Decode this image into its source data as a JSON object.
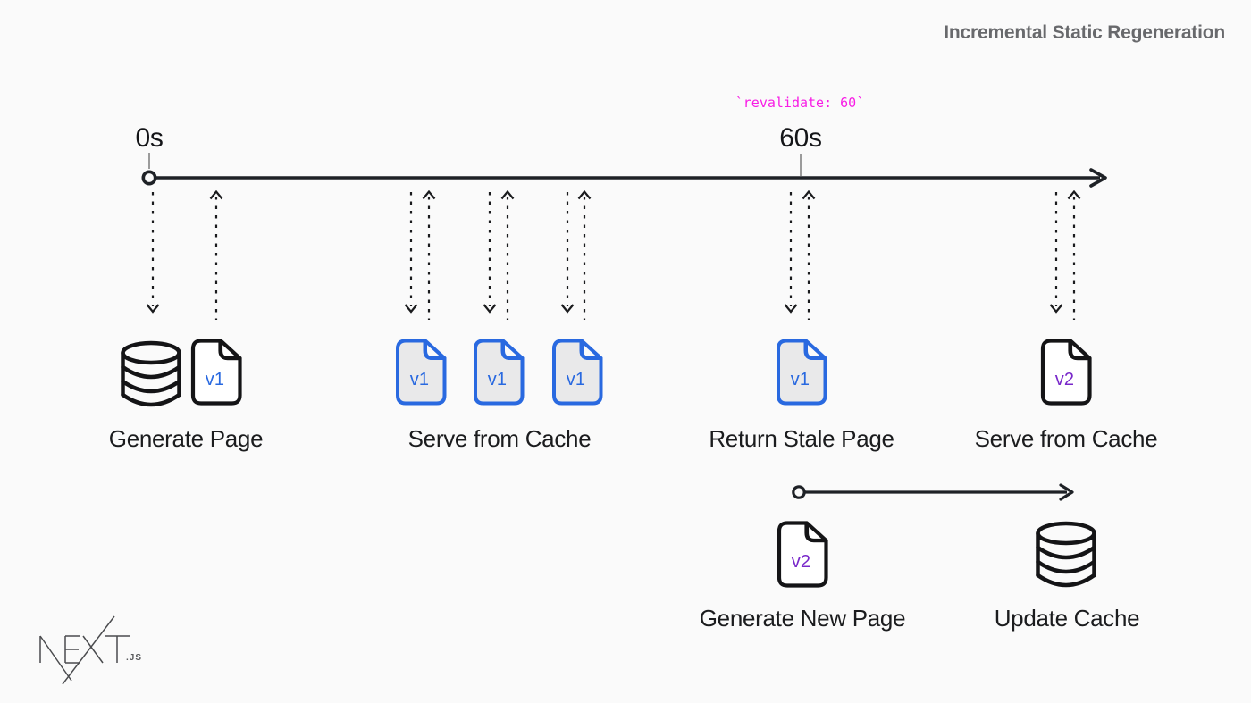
{
  "title": "Incremental Static Regeneration",
  "annotation": {
    "code": "`revalidate: 60`"
  },
  "timeline": {
    "start": "0s",
    "end": "60s"
  },
  "groups": {
    "generate": {
      "label": "Generate Page",
      "file_version": "v1"
    },
    "serve_cache_1": {
      "label": "Serve from Cache",
      "file_versions": [
        "v1",
        "v1",
        "v1"
      ]
    },
    "return_stale": {
      "label": "Return Stale Page",
      "file_version": "v1"
    },
    "serve_cache_2": {
      "label": "Serve from Cache",
      "file_version": "v2"
    }
  },
  "regeneration": {
    "generate_new": {
      "label": "Generate New Page",
      "file_version": "v2"
    },
    "update_cache": {
      "label": "Update Cache"
    }
  },
  "logo": {
    "name": "NEXT",
    "suffix": ".JS"
  },
  "colors": {
    "background": "#fafafa",
    "ink": "#1a1b1d",
    "title_gray": "#68696c",
    "blue": "#2969e0",
    "purple": "#7928ca",
    "magenta": "#f81ce5",
    "cached_file_fill": "#e9e9ea"
  }
}
